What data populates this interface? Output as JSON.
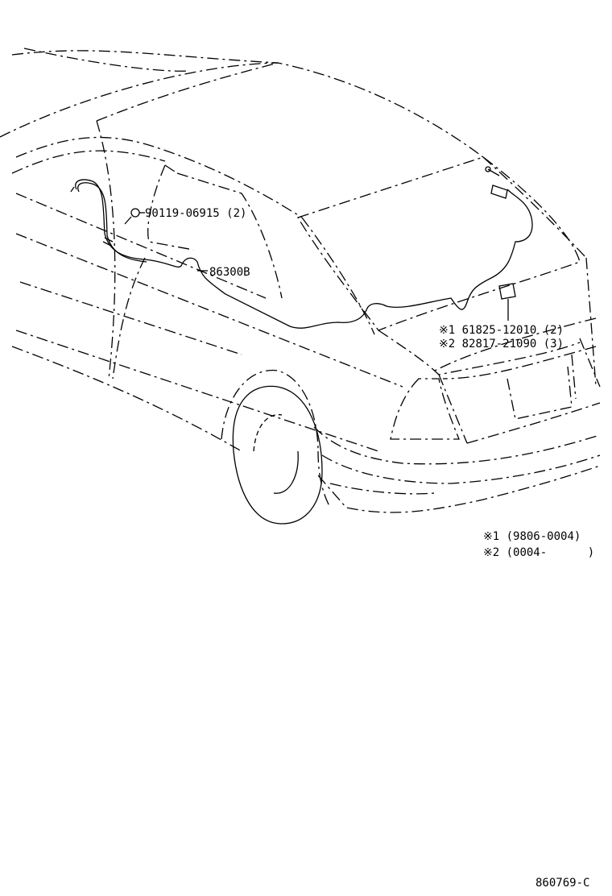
{
  "callouts": {
    "bolt": "90119-06915 (2)",
    "harness": "86300B",
    "part1": "※1 61825-12010 (2)",
    "part2": "※2 82817-21090 (3)"
  },
  "notes": {
    "note1": "※1 (9806-0004)",
    "note2": "※2 (0004-      )"
  },
  "figure_id": "860769-C"
}
